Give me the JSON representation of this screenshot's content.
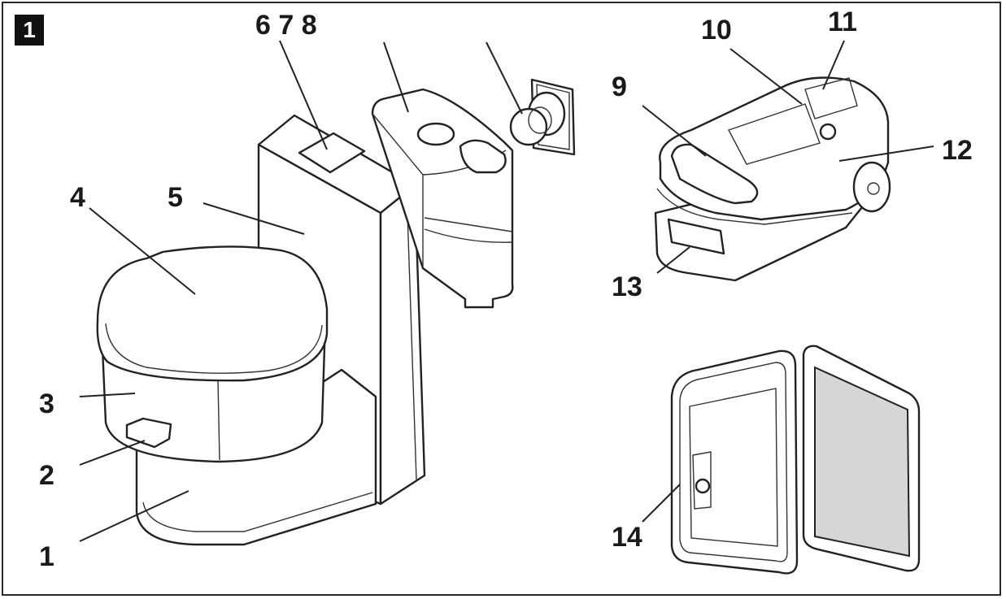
{
  "figure": {
    "number": "1"
  },
  "labels": {
    "l1": "1",
    "l2": "2",
    "l3": "3",
    "l4": "4",
    "l5": "5",
    "l678": "6 7 8",
    "l9": "9",
    "l10": "10",
    "l11": "11",
    "l12": "12",
    "l13": "13",
    "l14": "14"
  }
}
